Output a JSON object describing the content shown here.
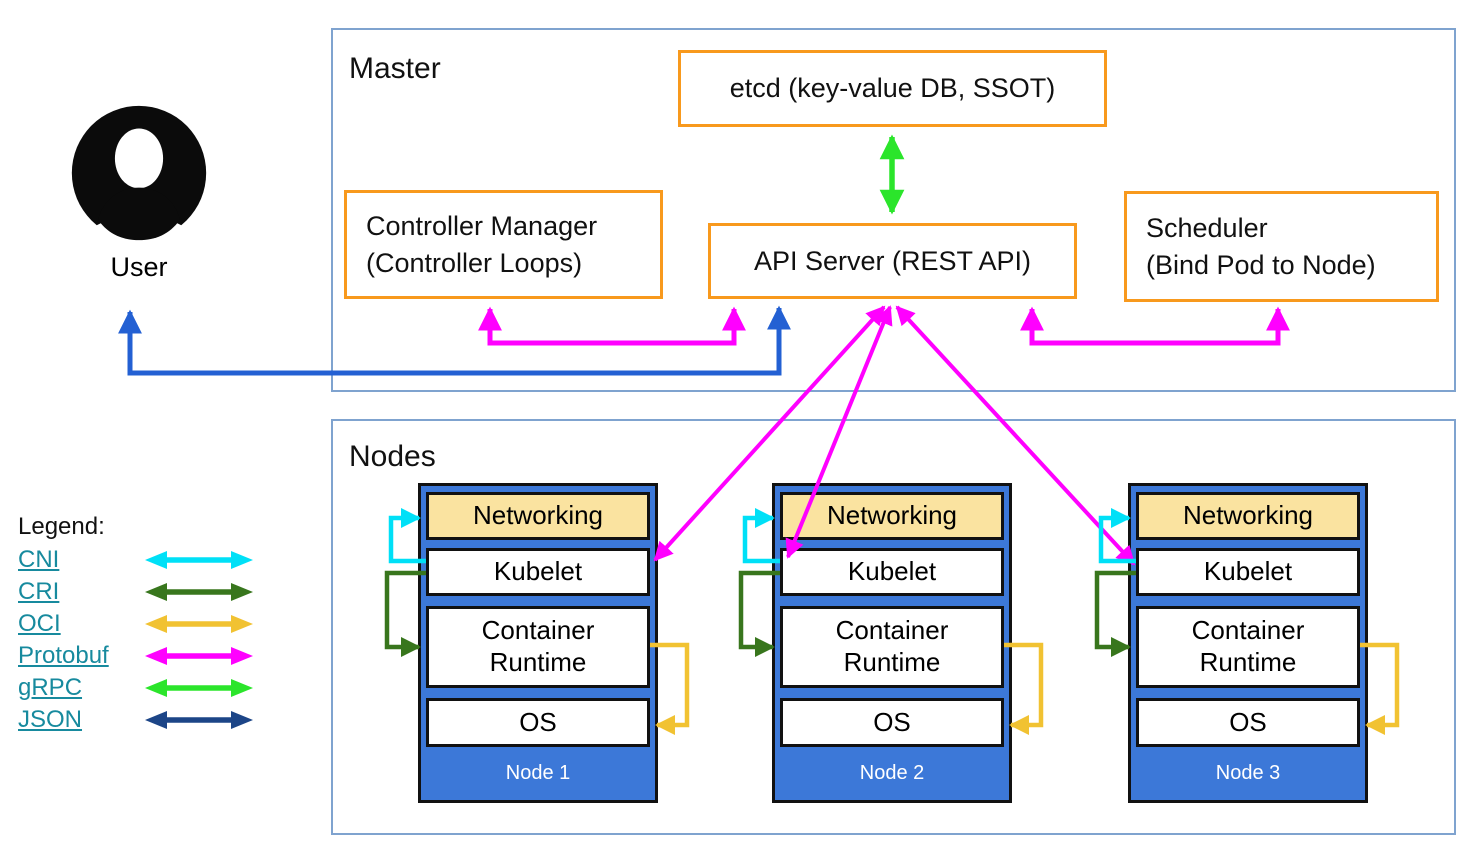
{
  "master": {
    "title": "Master",
    "etcd_label": "etcd (key-value DB, SSOT)",
    "controller_manager": {
      "line1": "Controller Manager",
      "line2": "(Controller Loops)"
    },
    "api_server_label": "API Server (REST API)",
    "scheduler": {
      "line1": "Scheduler",
      "line2": "(Bind Pod to Node)"
    }
  },
  "user": {
    "label": "User"
  },
  "nodes": {
    "title": "Nodes",
    "items": [
      {
        "name": "Node 1",
        "layers": [
          "Networking",
          "Kubelet",
          "Container Runtime",
          "OS"
        ]
      },
      {
        "name": "Node 2",
        "layers": [
          "Networking",
          "Kubelet",
          "Container Runtime",
          "OS"
        ]
      },
      {
        "name": "Node 3",
        "layers": [
          "Networking",
          "Kubelet",
          "Container Runtime",
          "OS"
        ]
      }
    ]
  },
  "legend": {
    "title": "Legend:",
    "entries": [
      {
        "label": "CNI",
        "color": "#00E0F7"
      },
      {
        "label": "CRI",
        "color": "#38761D"
      },
      {
        "label": "OCI",
        "color": "#F1C232"
      },
      {
        "label": "Protobuf",
        "color": "#FF00FF"
      },
      {
        "label": "gRPC",
        "color": "#2BE52B"
      },
      {
        "label": "JSON",
        "color": "#1C4587"
      }
    ]
  },
  "colors": {
    "frame_border": "#7FA3CF",
    "box_border": "#F8991D",
    "node_fill": "#3C78D8",
    "node_border": "#111111",
    "inner_border": "#111111",
    "networking_fill": "#FAE3A0",
    "user_arrow": "#2360D3",
    "link_text": "#178A9E",
    "node_label_text": "#FFFFFF"
  }
}
